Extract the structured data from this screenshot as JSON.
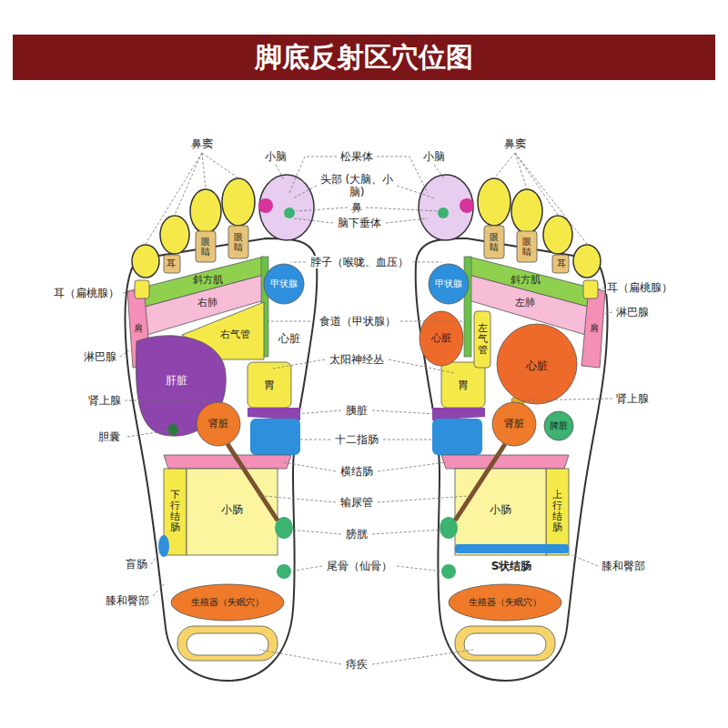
{
  "diagram": {
    "title": "脚底反射区穴位图",
    "nodes": [
      {
        "text": [
          "耳"
        ]
      },
      {
        "text": [
          "眼睛"
        ]
      },
      {
        "text": [
          "眼睛"
        ]
      },
      {
        "text": [
          "斜方肌"
        ]
      },
      {
        "text": [
          "右肺"
        ]
      },
      {
        "text": [
          "右气管"
        ]
      },
      {
        "text": [
          "肩"
        ]
      },
      {
        "text": [
          "肝脏"
        ]
      },
      {
        "text": [
          "甲状腺"
        ]
      },
      {
        "text": [
          "心脏"
        ]
      },
      {
        "text": [
          "胃"
        ]
      },
      {
        "text": [
          "肾脏"
        ]
      },
      {
        "text": [
          "下行结肠"
        ]
      },
      {
        "text": [
          "小肠"
        ]
      },
      {
        "text": [
          "生殖器（失眠穴）"
        ]
      },
      {
        "text": [
          "眼睛"
        ]
      },
      {
        "text": [
          "眼睛"
        ]
      },
      {
        "text": [
          "耳"
        ]
      },
      {
        "text": [
          "斜方肌"
        ]
      },
      {
        "text": [
          "甲状腺"
        ]
      },
      {
        "text": [
          "左肺"
        ]
      },
      {
        "text": [
          "心脏"
        ]
      },
      {
        "text": [
          "左气管"
        ]
      },
      {
        "text": [
          "心脏"
        ]
      },
      {
        "text": [
          "肩"
        ]
      },
      {
        "text": [
          "胃"
        ]
      },
      {
        "text": [
          "肾脏"
        ]
      },
      {
        "text": [
          "脾脏"
        ]
      },
      {
        "text": [
          "小肠"
        ]
      },
      {
        "text": [
          "上行结肠"
        ]
      },
      {
        "text": [
          "S状结肠"
        ]
      },
      {
        "text": [
          "生殖器（失眠穴）"
        ]
      }
    ],
    "labels": [
      "鼻窦",
      "小脑",
      "松果体",
      "鼻窦",
      "头部 (大脑、小脑)",
      "小脑",
      "鼻",
      "脑下垂体",
      "脖子（喉咙、血压）",
      "耳（扁桃腺）",
      "耳（扁桃腺）",
      "淋巴腺",
      "食道（甲状腺）",
      "淋巴腺",
      "太阳神经丛",
      "肾上腺",
      "肾上腺",
      "胰脏",
      "胆囊",
      "十二指肠",
      "横结肠",
      "输尿管",
      "膀胱",
      "尾骨（仙骨）",
      "盲肠",
      "膝和臀部",
      "膝和臀部",
      "痔疾"
    ]
  }
}
